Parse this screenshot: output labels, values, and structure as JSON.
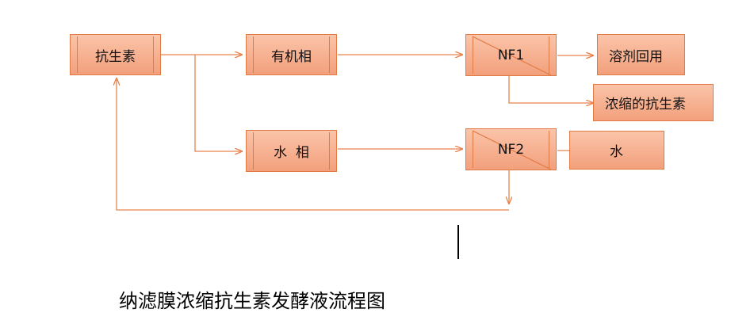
{
  "diagram": {
    "nodes": {
      "antibiotic_source": "抗生素",
      "organic_phase": "有机相",
      "aqueous_phase": "水  相",
      "nf1": "NF1",
      "nf2": "NF2",
      "solvent_recovery": "溶剂回用",
      "concentrated_antibiotic": "浓缩的抗生素",
      "water": "水"
    },
    "caption": "纳滤膜浓缩抗生素发酵液流程图",
    "colors": {
      "node_fill_top": "#fbc4a9",
      "node_fill_bottom": "#f2a07c",
      "node_border": "#e07b45",
      "arrow": "#e8834e"
    }
  }
}
